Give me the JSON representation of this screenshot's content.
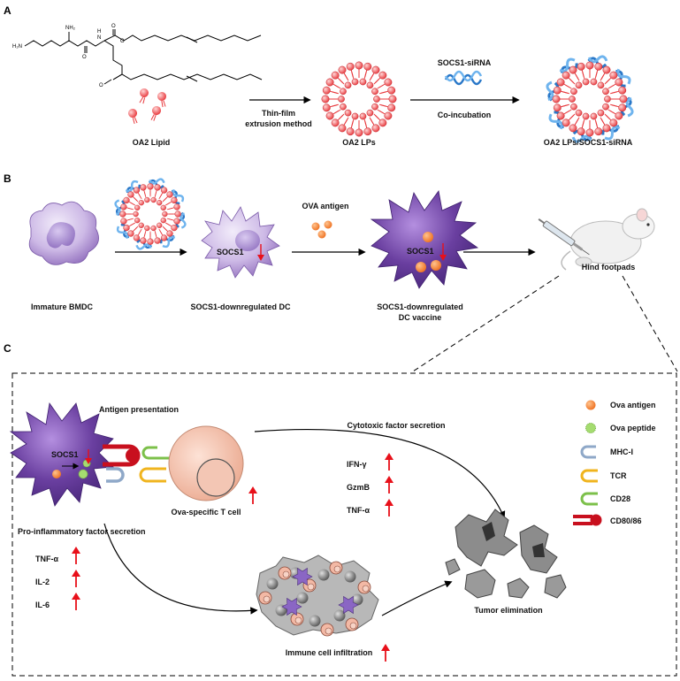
{
  "panels": {
    "a": "A",
    "b": "B",
    "c": "C"
  },
  "section_a": {
    "chem_atoms": {
      "nh2": "NH₂",
      "h2n": "H₂N",
      "n": "N",
      "h": "H",
      "o1": "O",
      "o2": "O",
      "o3": "O",
      "o4": "O"
    },
    "oa2_lipid": "OA2 Lipid",
    "method_line1": "Thin-film",
    "method_line2": "extrusion method",
    "oa2_lps": "OA2 LPs",
    "sirna": "SOCS1-siRNA",
    "coincubation": "Co-incubation",
    "final": "OA2 LPs/SOCS1-siRNA"
  },
  "section_b": {
    "immature": "Immature BMDC",
    "socs1_a": "SOCS1",
    "downreg_dc": "SOCS1-downregulated DC",
    "ova_antigen": "OVA antigen",
    "socs1_b": "SOCS1",
    "vaccine_line1": "SOCS1-downregulated",
    "vaccine_line2": "DC vaccine",
    "hind_footpads": "Hind footpads"
  },
  "section_c": {
    "antigen_presentation": "Antigen presentation",
    "socs1": "SOCS1",
    "t_cell": "Ova-specific T cell",
    "pro_inflammatory": "Pro-inflammatory factor secretion",
    "tnf_a": "TNF-α",
    "il2": "IL-2",
    "il6": "IL-6",
    "cytotoxic": "Cytotoxic factor secretion",
    "ifn_g": "IFN-γ",
    "gzmb": "GzmB",
    "tnf_a2": "TNF-α",
    "infiltration": "Immune cell infiltration",
    "tumor_elimination": "Tumor elimination"
  },
  "legend": [
    {
      "label": "Ova antigen",
      "icon": "orange-dot-icon"
    },
    {
      "label": "Ova peptide",
      "icon": "green-speckled-dot-icon"
    },
    {
      "label": "MHC-I",
      "icon": "mhc-receptor-icon"
    },
    {
      "label": "TCR",
      "icon": "tcr-receptor-icon"
    },
    {
      "label": "CD28",
      "icon": "cd28-receptor-icon"
    },
    {
      "label": "CD80/86",
      "icon": "cd80-86-receptor-icon"
    }
  ],
  "colors": {
    "lipid_red": "#e8383c",
    "sirna_blue": "#3a8fd6",
    "cell_purple": "#6a3fa0",
    "antigen_orange": "#f07a28",
    "peptide_green": "#8fd14f",
    "mhc_blue": "#8fa8c8",
    "tcr_yellow": "#f0b41e",
    "cd28_green": "#7cc04a",
    "cd80_red": "#c8101e",
    "arrow_red": "#e8101a",
    "tumor_gray": "#8c8c8c"
  }
}
